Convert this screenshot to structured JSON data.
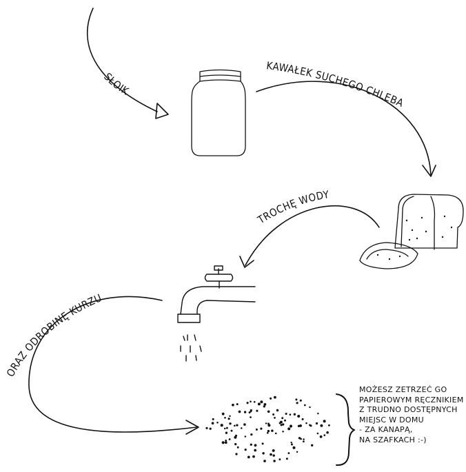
{
  "labels": {
    "jar": "SŁOIK",
    "bread": "KAWAŁEK SUCHEGO CHLEBA",
    "water": "TROCHĘ WODY",
    "dust": "ORAZ ODROBINĘ KURZU"
  },
  "note": {
    "lines": [
      "MOŻESZ ZETRZEĆ GO",
      "PAPIEROWYM RĘCZNIKIEM",
      "Z TRUDNO DOSTĘPNYCH",
      "MIEJSC W DOMU",
      "- ZA KANAPĄ,",
      "NA SZAFKACH :-)"
    ]
  },
  "icons": [
    "jar-icon",
    "bread-icon",
    "tap-icon",
    "dust-icon"
  ],
  "colors": {
    "ink": "#111111",
    "background": "#ffffff"
  }
}
